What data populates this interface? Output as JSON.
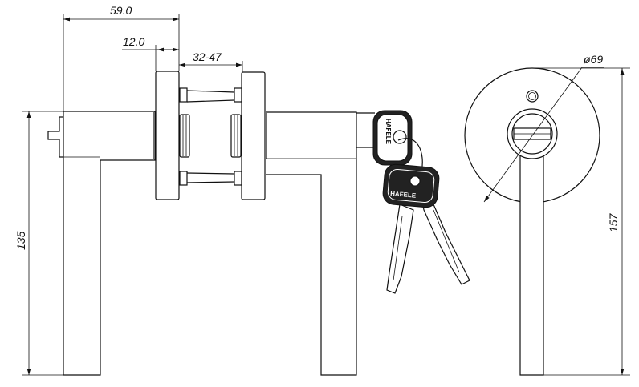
{
  "drawing": {
    "dimensions": {
      "overall_projection": "59.0",
      "rose_thickness": "12.0",
      "door_thickness": "32-47",
      "handle_height": "135",
      "rose_diameter": "ø69",
      "lever_length": "157"
    },
    "key_brand": "HAFELE"
  }
}
